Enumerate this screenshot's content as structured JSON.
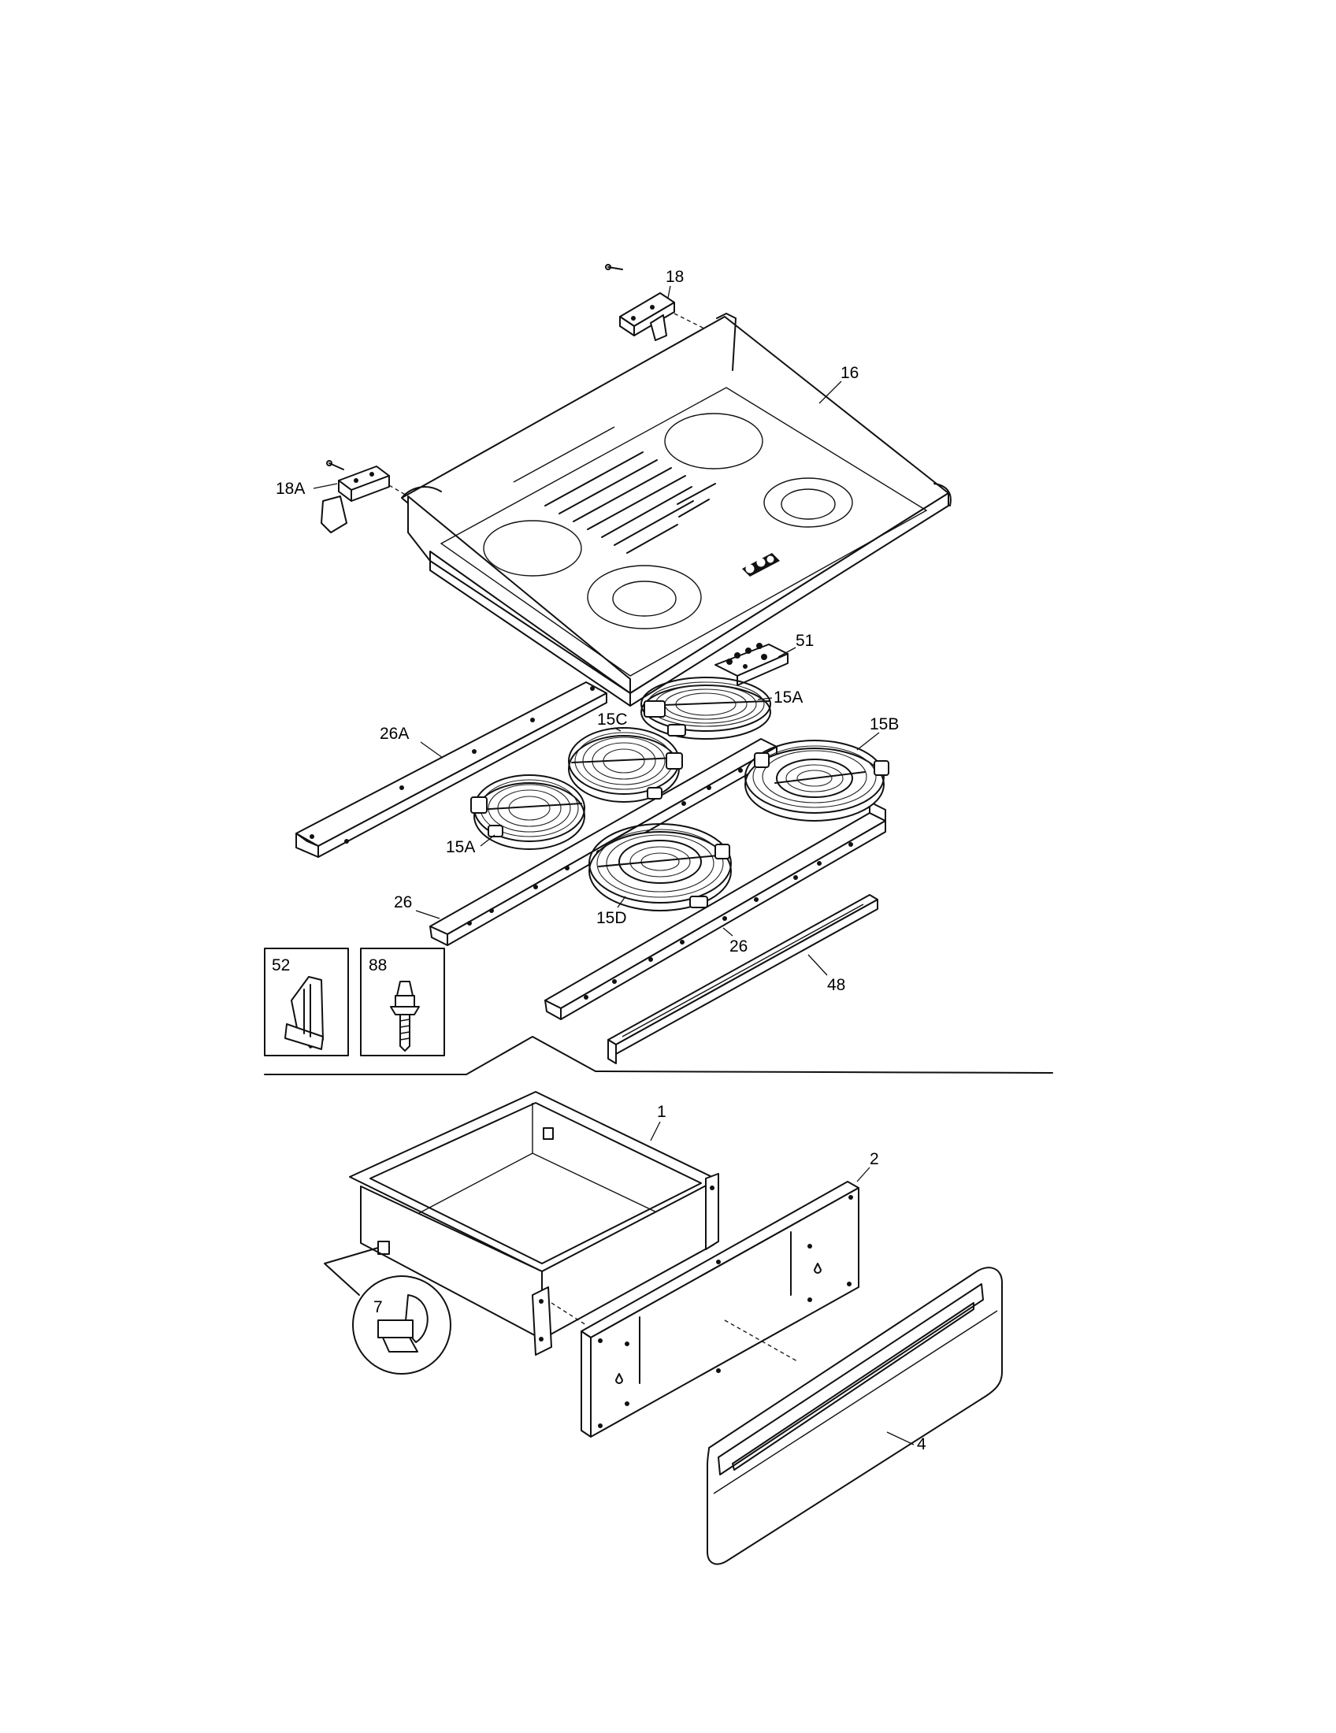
{
  "diagram": {
    "labels": {
      "p18": "18",
      "p18a": "18A",
      "p16": "16",
      "p51": "51",
      "p15a_top": "15A",
      "p15b": "15B",
      "p15c": "15C",
      "p15a_left": "15A",
      "p15d": "15D",
      "p26a": "26A",
      "p26_left": "26",
      "p26_right": "26",
      "p48": "48",
      "p52": "52",
      "p88": "88",
      "p1": "1",
      "p2": "2",
      "p7": "7",
      "p4": "4"
    }
  }
}
